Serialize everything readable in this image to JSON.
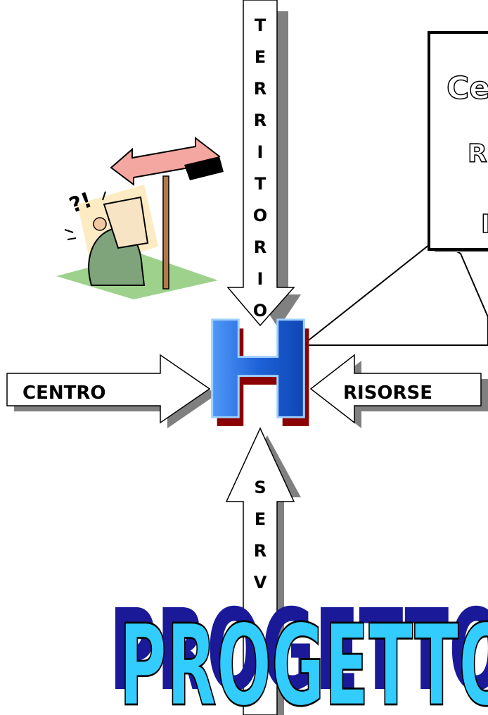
{
  "top_arrow": {
    "letters": [
      "T",
      "E",
      "R",
      "R",
      "I",
      "T",
      "O",
      "R",
      "I",
      "O"
    ]
  },
  "bottom_arrow": {
    "letters": [
      "S",
      "E",
      "R",
      "V"
    ]
  },
  "left_arrow": {
    "label": "CENTRO"
  },
  "right_arrow": {
    "label": "RISORSE"
  },
  "center_letter": "H",
  "callout": {
    "lines": [
      "Ce",
      "R",
      "I"
    ]
  },
  "wordart": "PROGETTO",
  "colors": {
    "h_fill": "#1e62d9",
    "h_shadow": "#8b0000",
    "wordart_fill": "#33ccff",
    "wordart_shadow": "#1a1a99",
    "arrow_shadow": "#808080"
  },
  "illustration": {
    "icon": "confused-person-signpost-icon"
  }
}
